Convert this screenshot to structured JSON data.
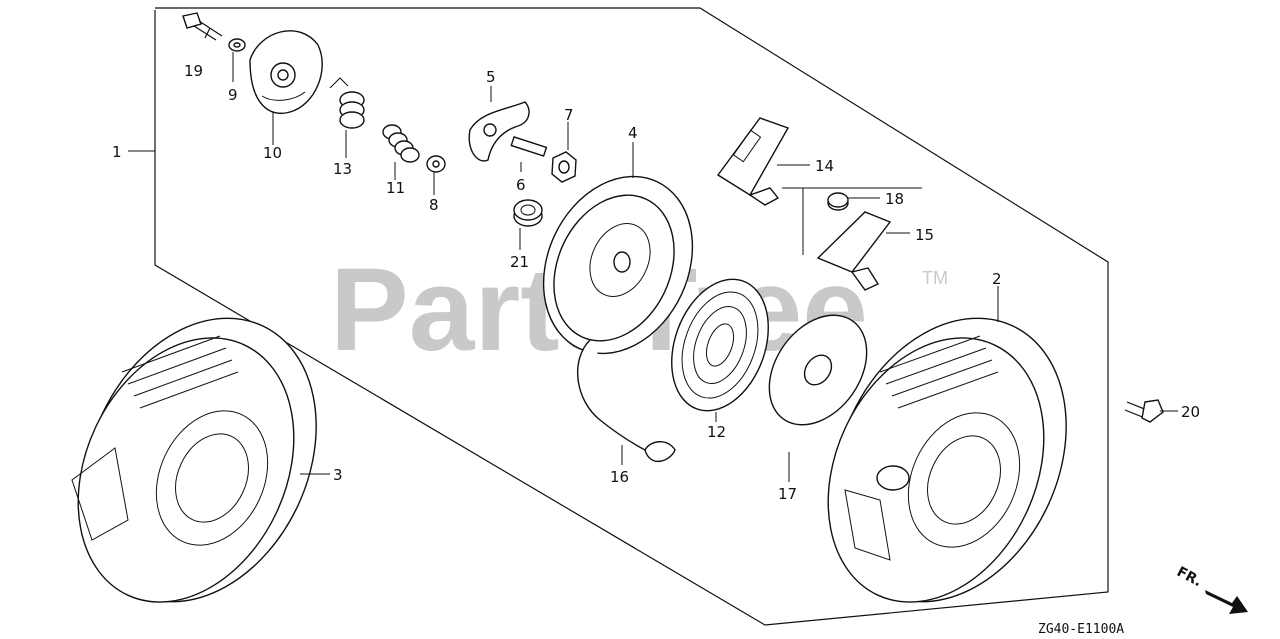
{
  "watermark": {
    "text": "PartsTree",
    "trademark": "TM"
  },
  "diagram_code": "ZG40-E1100A",
  "direction_label": "FR.",
  "callouts": [
    {
      "id": "c1",
      "text": "1"
    },
    {
      "id": "c2",
      "text": "2"
    },
    {
      "id": "c3",
      "text": "3"
    },
    {
      "id": "c4",
      "text": "4"
    },
    {
      "id": "c5",
      "text": "5"
    },
    {
      "id": "c6",
      "text": "6"
    },
    {
      "id": "c7",
      "text": "7"
    },
    {
      "id": "c8",
      "text": "8"
    },
    {
      "id": "c9",
      "text": "9"
    },
    {
      "id": "c10",
      "text": "10"
    },
    {
      "id": "c11",
      "text": "11"
    },
    {
      "id": "c12",
      "text": "12"
    },
    {
      "id": "c13",
      "text": "13"
    },
    {
      "id": "c14",
      "text": "14"
    },
    {
      "id": "c15",
      "text": "15"
    },
    {
      "id": "c16",
      "text": "16"
    },
    {
      "id": "c17",
      "text": "17"
    },
    {
      "id": "c18",
      "text": "18"
    },
    {
      "id": "c19",
      "text": "19"
    },
    {
      "id": "c20",
      "text": "20"
    },
    {
      "id": "c21",
      "text": "21"
    }
  ]
}
